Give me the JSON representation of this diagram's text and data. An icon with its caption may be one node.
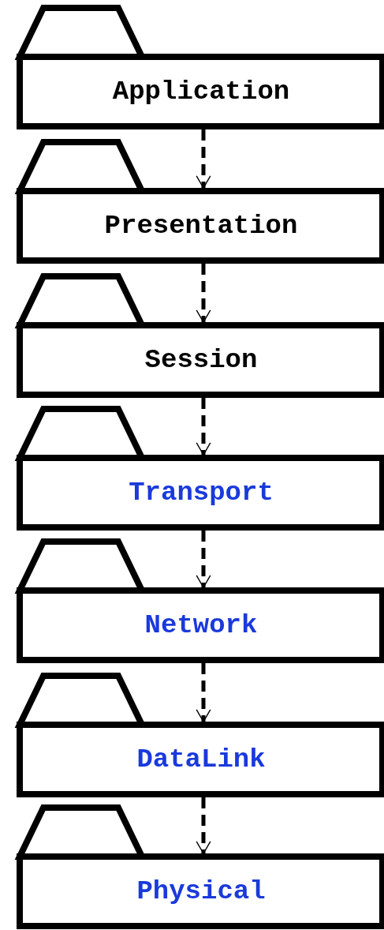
{
  "diagram": {
    "nodes": [
      {
        "text": [
          "Application"
        ]
      },
      {
        "text": [
          "Presentation"
        ]
      },
      {
        "text": [
          "Session"
        ]
      },
      {
        "text": [
          "Transport"
        ]
      },
      {
        "text": [
          "Network"
        ]
      },
      {
        "text": [
          "DataLink"
        ]
      },
      {
        "text": [
          "Physical"
        ]
      }
    ],
    "edges": [
      {
        "from": 0,
        "to": 1,
        "arrow": "to",
        "style": "dashed"
      },
      {
        "from": 1,
        "to": 2,
        "arrow": "to",
        "style": "dashed"
      },
      {
        "from": 2,
        "to": 3,
        "arrow": "to",
        "style": "dashed"
      },
      {
        "from": 3,
        "to": 4,
        "arrow": "to",
        "style": "dashed"
      },
      {
        "from": 4,
        "to": 5,
        "arrow": "to",
        "style": "dashed"
      },
      {
        "from": 5,
        "to": 6,
        "arrow": "to",
        "style": "dashed"
      }
    ]
  }
}
